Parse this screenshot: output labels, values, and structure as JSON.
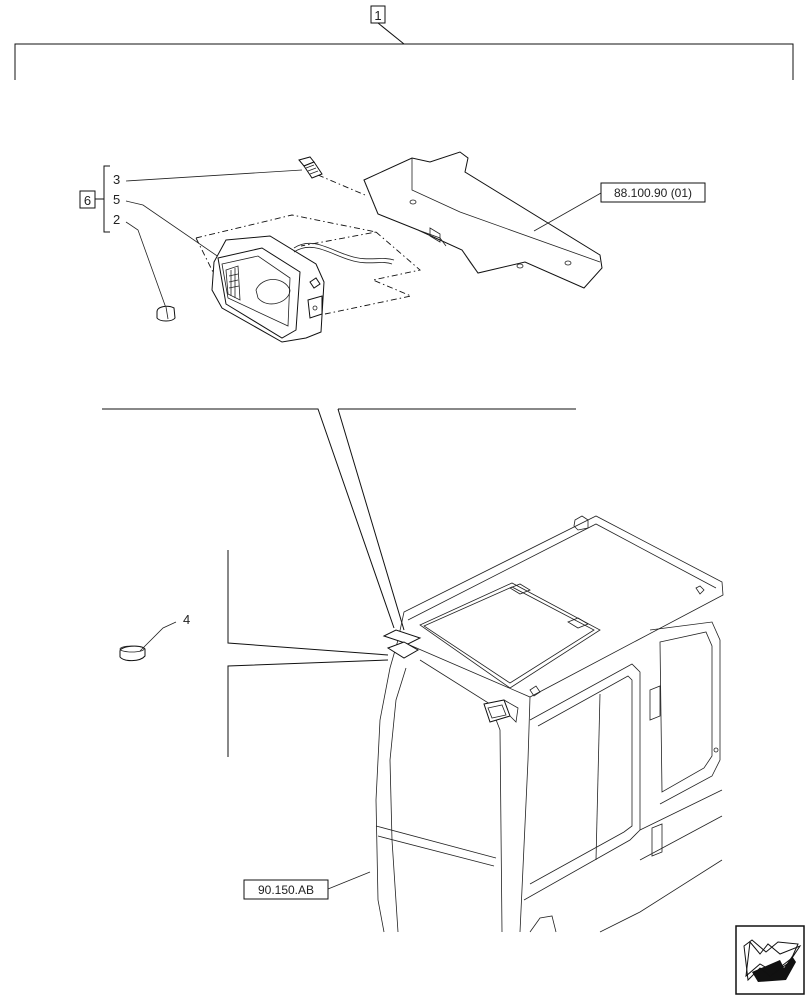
{
  "callouts": {
    "assembly": "1",
    "kit": "6",
    "item_3": "3",
    "item_5": "5",
    "item_2": "2",
    "item_4": "4"
  },
  "references": {
    "bracket_ref": "88.100.90 (01)",
    "cab_ref": "90.150.AB"
  },
  "icons": {
    "nav": "next-page-arrow-icon"
  }
}
